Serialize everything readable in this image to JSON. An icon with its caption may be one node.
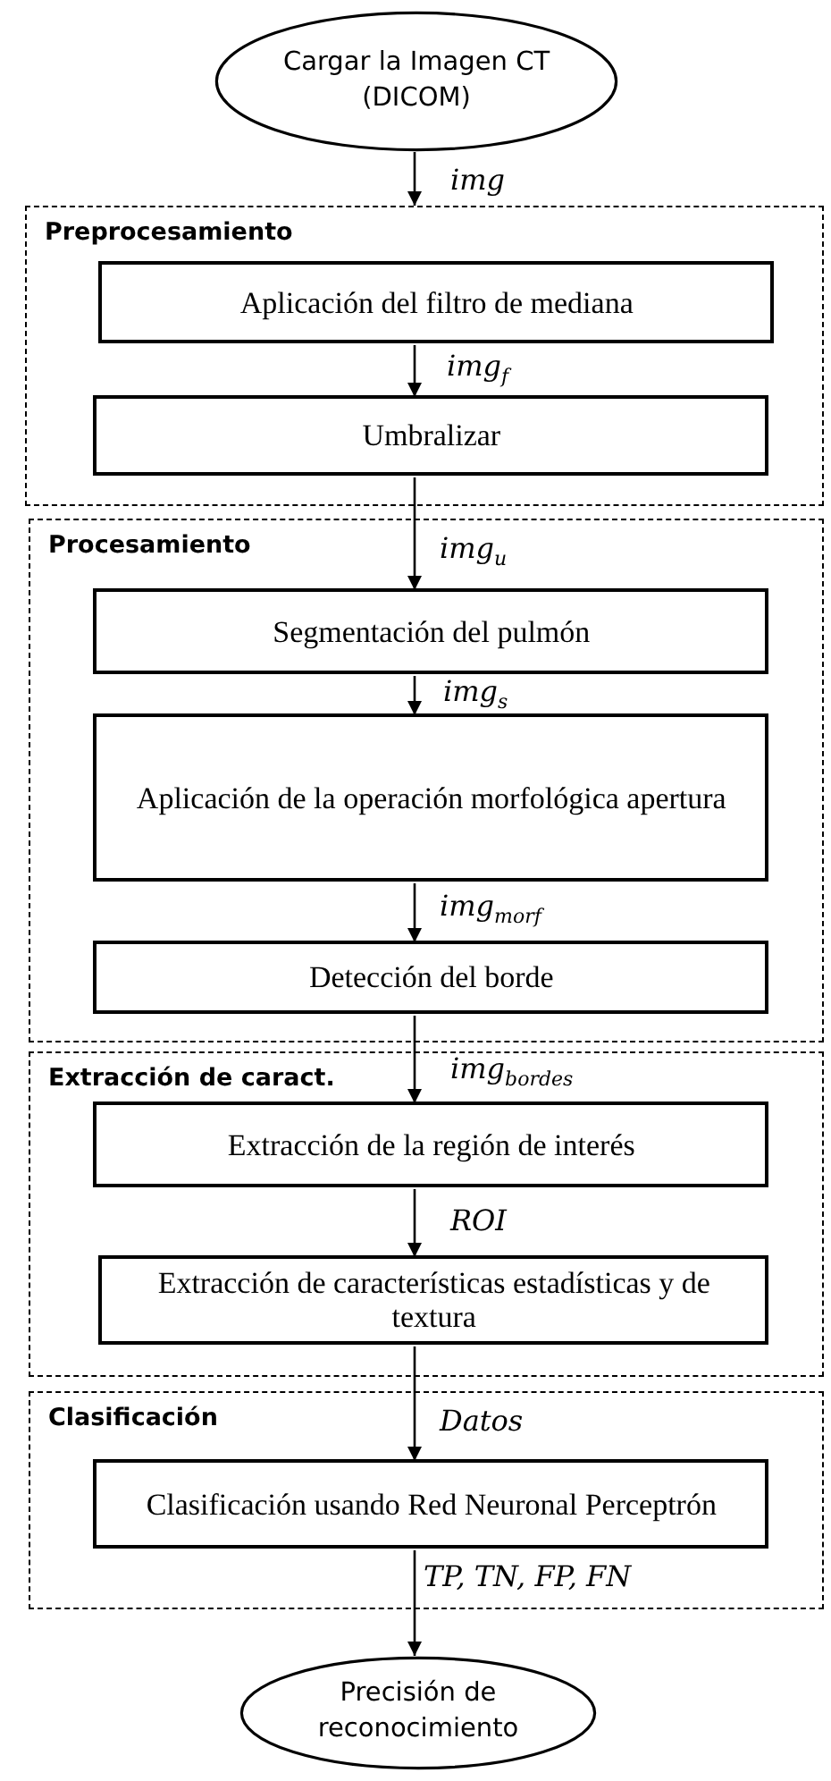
{
  "diagram": {
    "nodes": [
      {
        "text": [
          "Cargar la Imagen CT (DICOM)"
        ]
      },
      {
        "text": [
          "Preprocesamiento"
        ]
      },
      {
        "text": [
          "Aplicación del filtro de mediana"
        ],
        "in": 1
      },
      {
        "text": [
          "Umbralizar"
        ],
        "in": 1
      },
      {
        "text": [
          "Procesamiento"
        ]
      },
      {
        "text": [
          "Segmentación del pulmón"
        ],
        "in": 4
      },
      {
        "text": [
          "Aplicación de la operación morfológica apertura"
        ],
        "in": 4
      },
      {
        "text": [
          "Detección del borde"
        ],
        "in": 4
      },
      {
        "text": [
          "Extracción de caract."
        ]
      },
      {
        "text": [
          "Extracción de la región de interés"
        ],
        "in": 8
      },
      {
        "text": [
          "Extracción de características estadísticas y de textura"
        ],
        "in": 8
      },
      {
        "text": [
          "Clasificación"
        ]
      },
      {
        "text": [
          "Clasificación usando Red Neuronal Perceptrón"
        ],
        "in": 11
      },
      {
        "text": [
          "Precisión de reconocimiento"
        ]
      }
    ],
    "edges": [
      {
        "from": 0,
        "to": 1,
        "arrow": "to",
        "label": "img"
      },
      {
        "from": 2,
        "to": 3,
        "arrow": "to",
        "label": "img$_{f}$"
      },
      {
        "from": 3,
        "to": 5,
        "arrow": "to",
        "label": "img$_{u}$"
      },
      {
        "from": 5,
        "to": 6,
        "arrow": "to",
        "label": "img$_{s}$"
      },
      {
        "from": 6,
        "to": 7,
        "arrow": "to",
        "label": "img$_{morf}$"
      },
      {
        "from": 7,
        "to": 9,
        "arrow": "to",
        "label": "img$_{bordes}$"
      },
      {
        "from": 9,
        "to": 10,
        "arrow": "to",
        "label": "ROI"
      },
      {
        "from": 10,
        "to": 12,
        "arrow": "to",
        "label": "Datos"
      },
      {
        "from": 12,
        "to": 13,
        "arrow": "to",
        "label": "TP, TN, FP, FN"
      }
    ]
  }
}
